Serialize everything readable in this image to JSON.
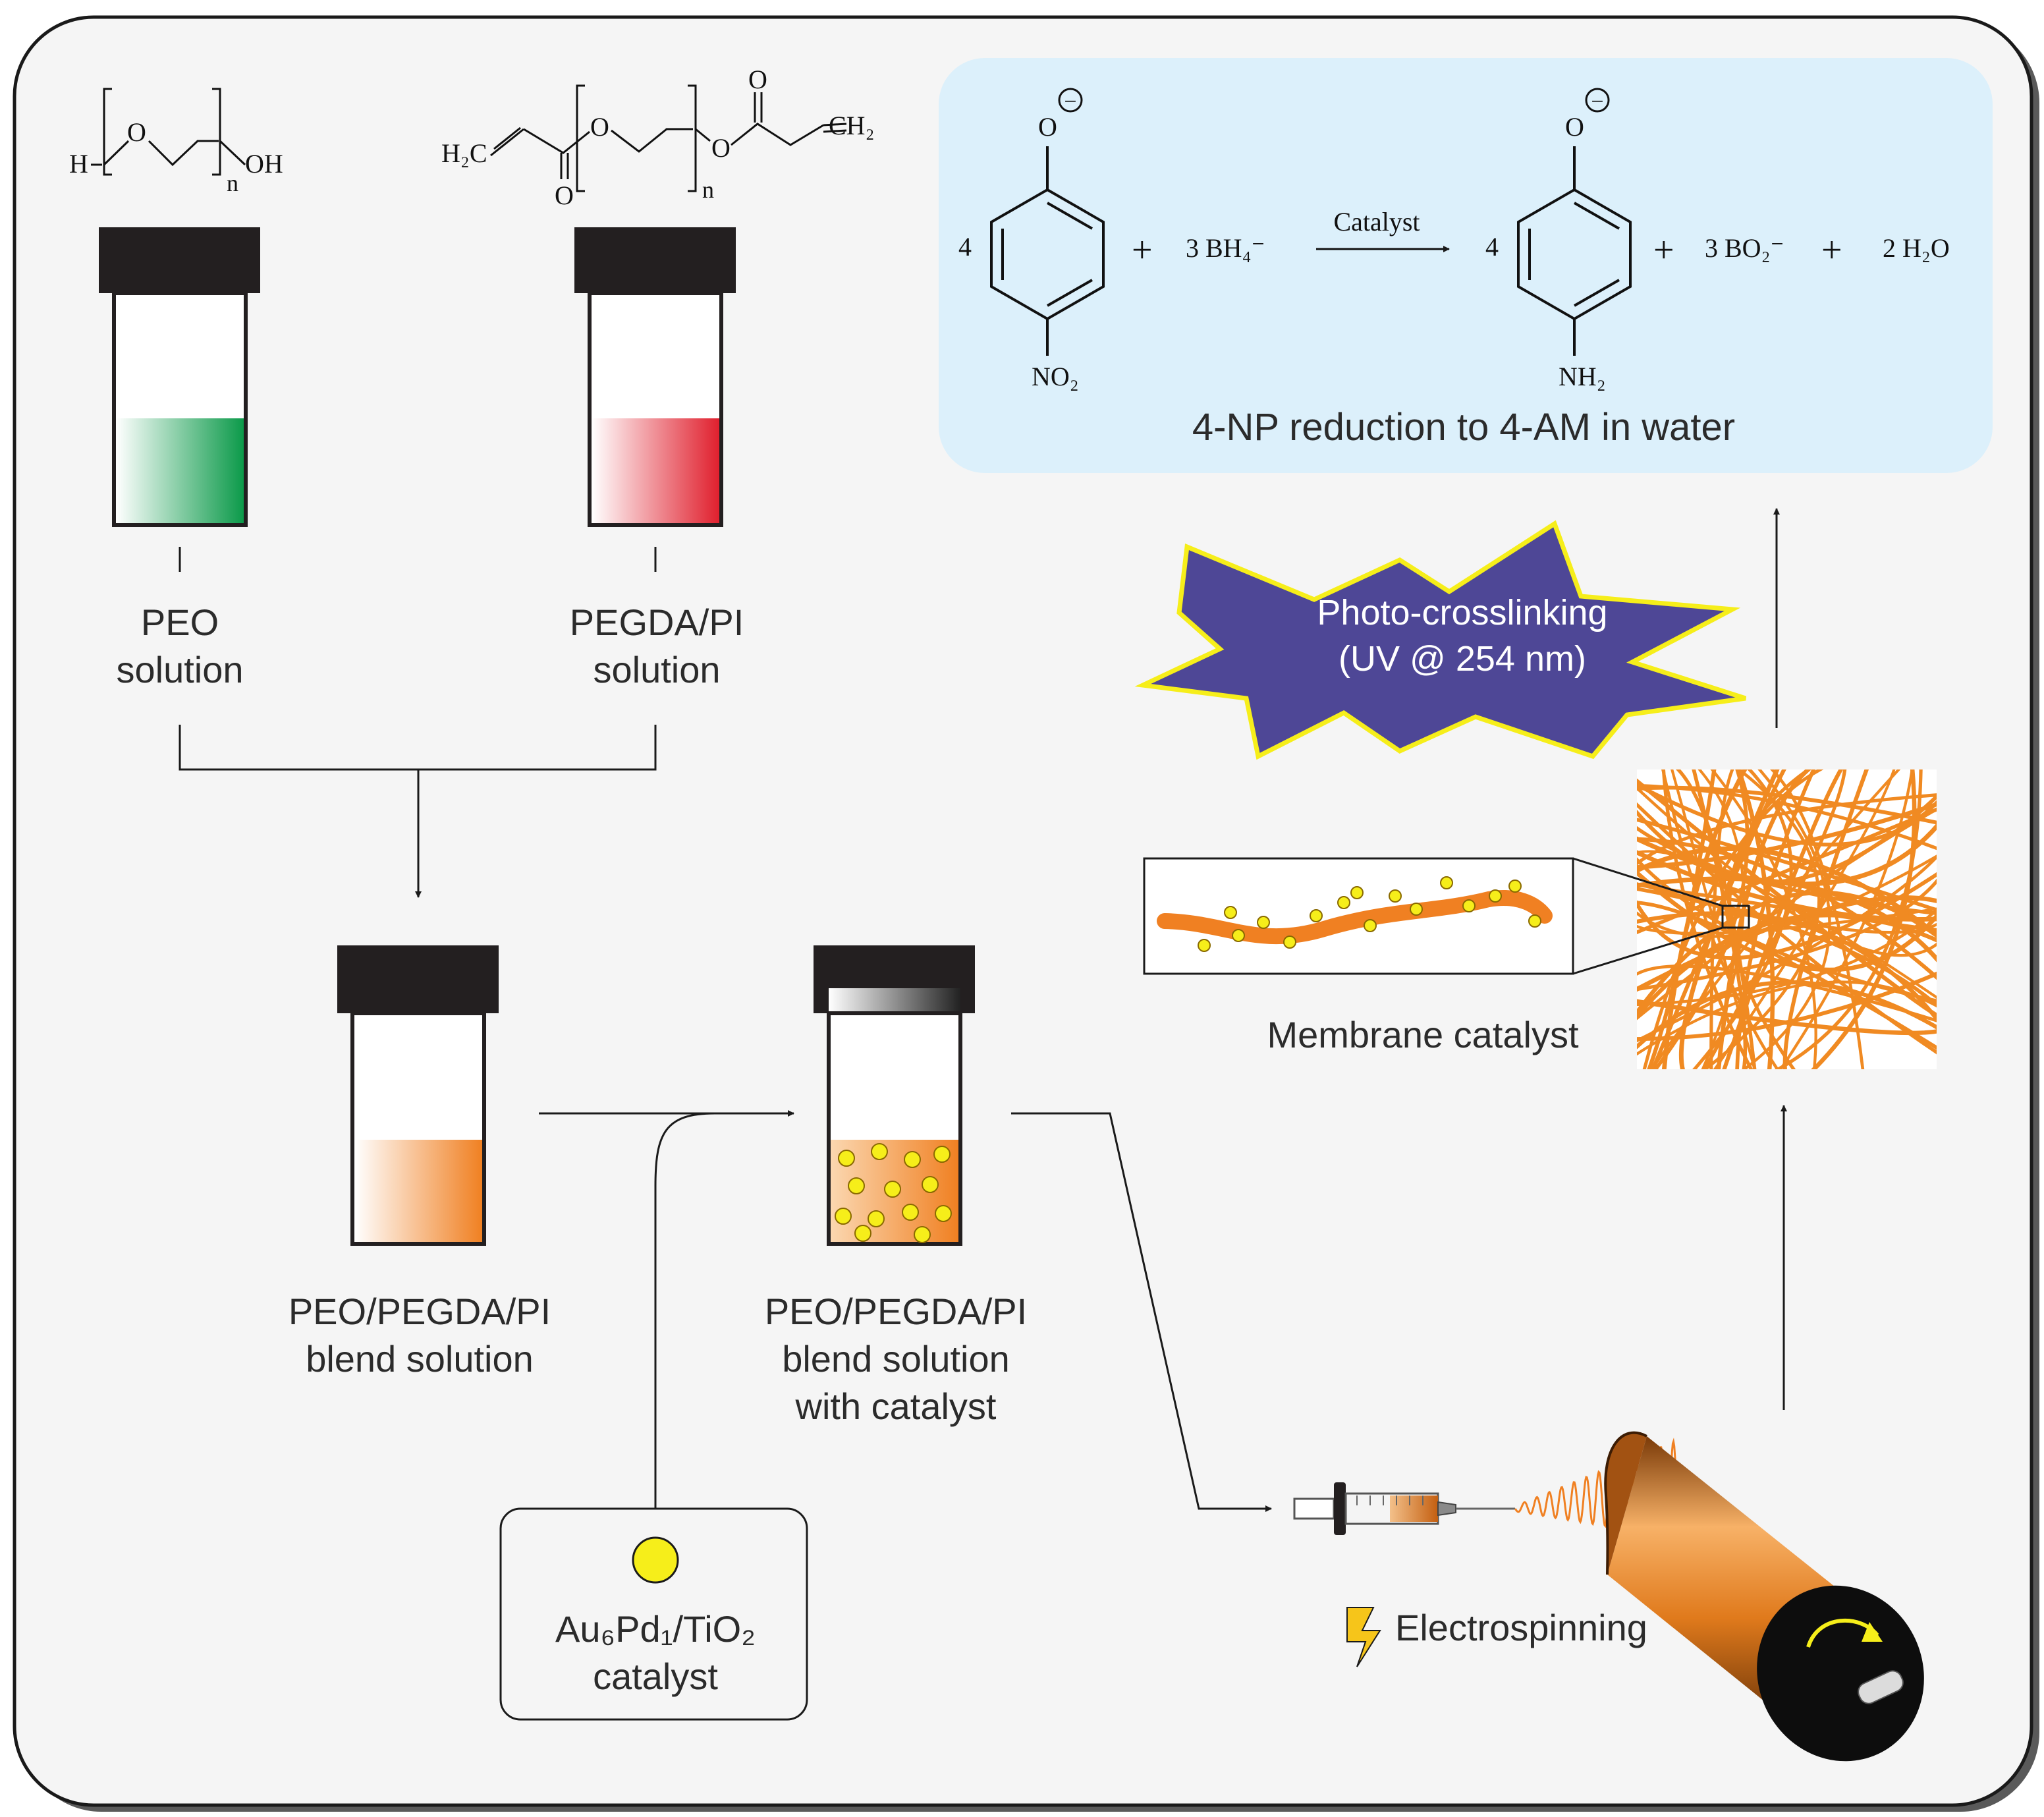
{
  "peo": {
    "structure": {
      "h": "H",
      "o": "O",
      "n": "n",
      "oh": "OH"
    },
    "label_line1": "PEO",
    "label_line2": "solution",
    "liquid_color": "#0c9a4a"
  },
  "pegda": {
    "structure": {
      "h2c": "H₂C",
      "o1": "O",
      "o2": "O",
      "o3": "O",
      "o4": "O",
      "n": "n",
      "ch2": "CH₂"
    },
    "label_line1": "PEGDA/PI",
    "label_line2": "solution",
    "liquid_color": "#e0202e"
  },
  "blend": {
    "label_line1": "PEO/PEGDA/PI",
    "label_line2": "blend solution",
    "liquid_color": "#f08022"
  },
  "blend_catalyst": {
    "label_line1": "PEO/PEGDA/PI",
    "label_line2": "blend solution",
    "label_line3": "with catalyst"
  },
  "catalyst_box": {
    "formula_line1": "Au₆Pd₁/TiO₂",
    "line2": "catalyst",
    "particle_color": "#f6ee1a"
  },
  "electrospinning": {
    "label": "Electrospinning"
  },
  "membrane": {
    "label": "Membrane catalyst",
    "fiber_color": "#f08a22"
  },
  "uv": {
    "line1": "Photo-crosslinking",
    "line2": "(UV @ 254 nm)",
    "burst_color": "#4e4796",
    "burst_outline": "#f6ee1a"
  },
  "reaction": {
    "caption": "4-NP reduction to 4-AM in water",
    "panel_color": "#dcf0fb",
    "coef_np": "4",
    "np_oxygen": "O",
    "np_charge": "−",
    "np_group": "NO₂",
    "plus1": "+",
    "borohydride": "3  BH₄⁻",
    "arrow_label": "Catalyst",
    "coef_am": "4",
    "am_oxygen": "O",
    "am_charge": "−",
    "am_group": "NH₂",
    "plus2": "+",
    "metaborate": "3  BO₂⁻",
    "plus3": "+",
    "water": "2 H₂O"
  }
}
